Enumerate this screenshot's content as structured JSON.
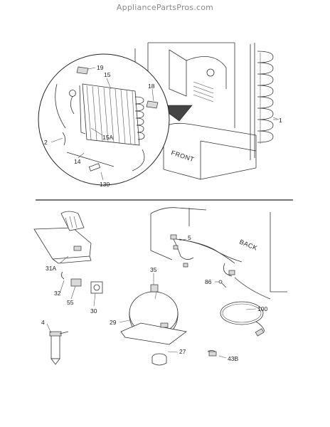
{
  "watermark": "AppliancePartsPros.com",
  "top_section": {
    "callouts": {
      "c19": "19",
      "c15": "15",
      "c18": "18",
      "c15a": "15A",
      "c2": "2",
      "c14": "14",
      "c130": "130",
      "c1": "1"
    },
    "front_text": "FRONT"
  },
  "bottom_section": {
    "callouts": {
      "c5": "5",
      "c31a": "31A",
      "c35": "35",
      "c86": "86",
      "c32": "32",
      "c55": "55",
      "c30": "30",
      "c100": "100",
      "c29": "29",
      "c4": "4",
      "c27": "27",
      "c43b": "43B"
    },
    "back_text": "BACK"
  }
}
